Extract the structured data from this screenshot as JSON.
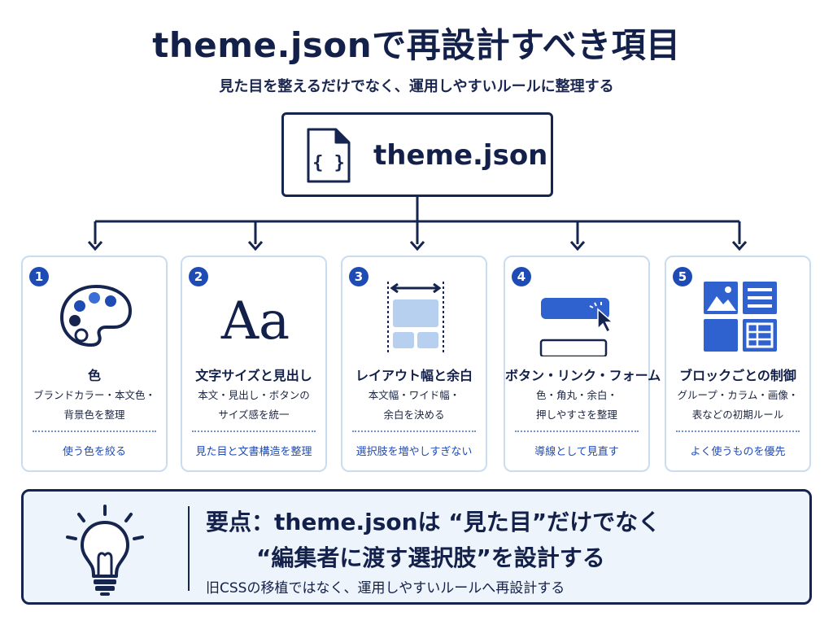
{
  "title": "theme.jsonで再設計すべき項目",
  "subtitle": "見た目を整えるだけでなく、運用しやすいルールに整理する",
  "root": {
    "label": "theme.json",
    "icon": "json-file-icon"
  },
  "cards": [
    {
      "number": "1",
      "icon": "palette-icon",
      "heading": "色",
      "desc": [
        "ブランドカラー・本文色・",
        "背景色を整理"
      ],
      "note": "使う色を絞る"
    },
    {
      "number": "2",
      "icon": "typography-icon",
      "icon_text": "Aa",
      "heading": "文字サイズと見出し",
      "desc": [
        "本文・見出し・ボタンの",
        "サイズ感を統一"
      ],
      "note": "見た目と文書構造を整理"
    },
    {
      "number": "3",
      "icon": "layout-width-icon",
      "heading": "レイアウト幅と余白",
      "desc": [
        "本文幅・ワイド幅・",
        "余白を決める"
      ],
      "note": "選択肢を増やしすぎない"
    },
    {
      "number": "4",
      "icon": "button-click-icon",
      "heading": "ボタン・リンク・フォーム",
      "desc": [
        "色・角丸・余白・",
        "押しやすさを整理"
      ],
      "note": "導線として見直す"
    },
    {
      "number": "5",
      "icon": "blocks-icon",
      "heading": "ブロックごとの制御",
      "desc": [
        "グループ・カラム・画像・",
        "表などの初期ルール"
      ],
      "note": "よく使うものを優先"
    }
  ],
  "summary": {
    "icon": "lightbulb-icon",
    "line1": "要点：theme.jsonは “見た目”だけでなく",
    "line2": "“編集者に渡す選択肢”を設計する",
    "line3": "旧CSSの移植ではなく、運用しやすいルールへ再設計する"
  },
  "colors": {
    "navy": "#13204a",
    "accent_blue": "#1f4bb5",
    "light_blue": "#b8d0f0",
    "card_border": "#c9dcf0",
    "summary_bg": "#eef4fb"
  }
}
